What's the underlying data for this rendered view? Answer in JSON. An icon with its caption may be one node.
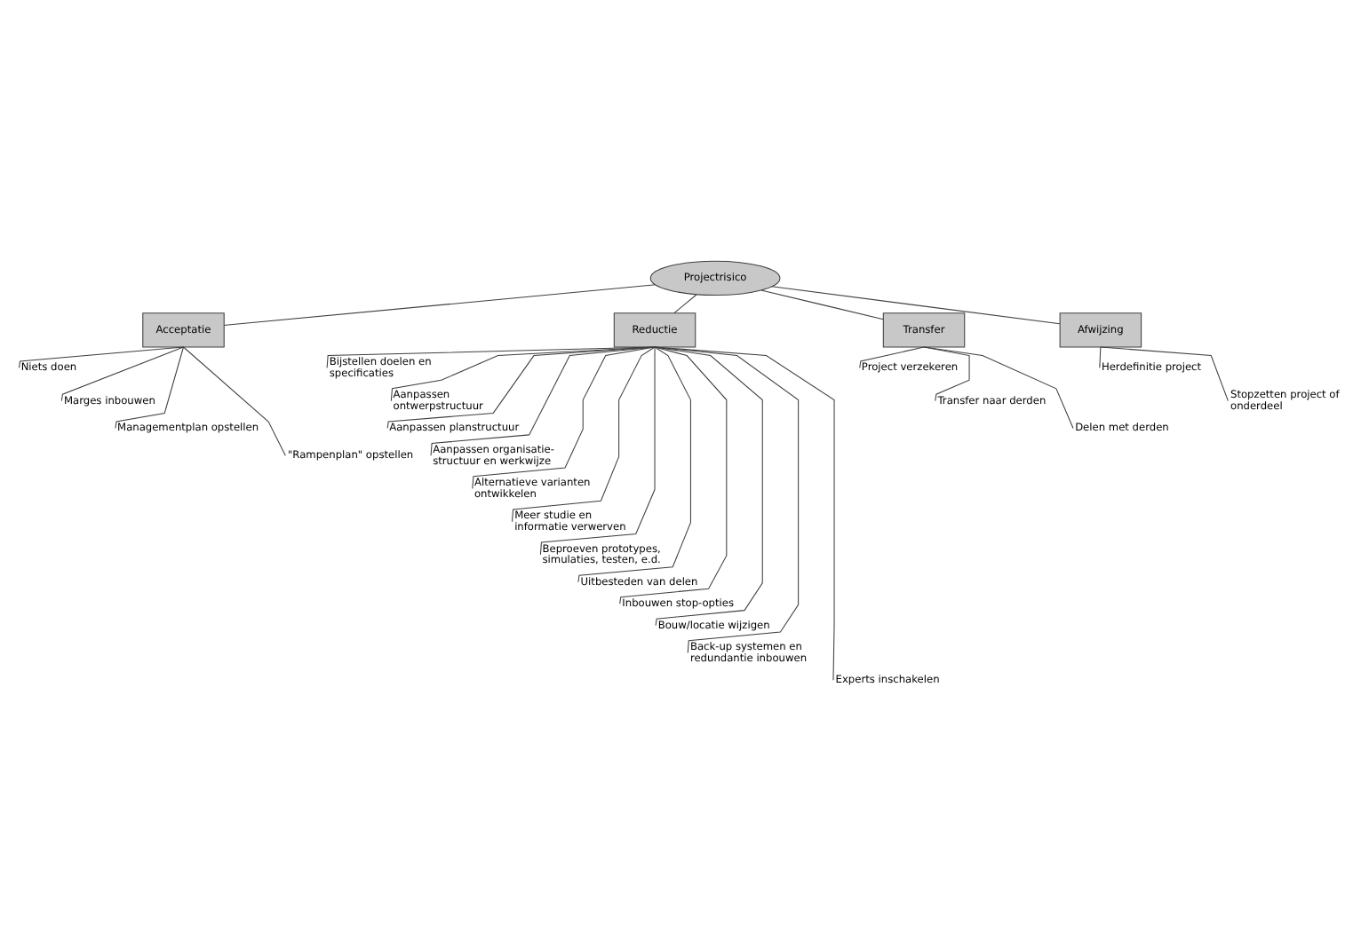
{
  "diagram": {
    "nodes": [
      {
        "text": [
          "Projectrisico"
        ]
      },
      {
        "text": [
          "Acceptatie"
        ]
      },
      {
        "text": [
          "Reductie"
        ]
      },
      {
        "text": [
          "Transfer"
        ]
      },
      {
        "text": [
          "Afwijzing"
        ]
      },
      {
        "text": [
          "Niets doen"
        ]
      },
      {
        "text": [
          "Marges inbouwen"
        ]
      },
      {
        "text": [
          "Managementplan opstellen"
        ]
      },
      {
        "text": [
          "\"Rampenplan\" opstellen"
        ]
      },
      {
        "text": [
          "Bijstellen doelen en specificaties"
        ]
      },
      {
        "text": [
          "Aanpassen ontwerpstructuur"
        ]
      },
      {
        "text": [
          "Aanpassen planstructuur"
        ]
      },
      {
        "text": [
          "Aanpassen organisatie- structuur en werkwijze"
        ]
      },
      {
        "text": [
          "Alternatieve varianten ontwikkelen"
        ]
      },
      {
        "text": [
          "Meer studie en informatie verwerven"
        ]
      },
      {
        "text": [
          "Beproeven prototypes, simulaties, testen, e.d."
        ]
      },
      {
        "text": [
          "Uitbesteden van delen"
        ]
      },
      {
        "text": [
          "Inbouwen stop-opties"
        ]
      },
      {
        "text": [
          "Bouw/locatie wijzigen"
        ]
      },
      {
        "text": [
          "Back-up systemen en redundantie inbouwen"
        ]
      },
      {
        "text": [
          "Experts inschakelen"
        ]
      },
      {
        "text": [
          "Project verzekeren"
        ]
      },
      {
        "text": [
          "Transfer naar derden"
        ]
      },
      {
        "text": [
          "Delen met derden"
        ]
      },
      {
        "text": [
          "Herdefinitie project"
        ]
      },
      {
        "text": [
          "Stopzetten project of onderdeel"
        ]
      }
    ],
    "edges": [
      {
        "from": 0,
        "to": 1,
        "arrow": "none"
      },
      {
        "from": 0,
        "to": 2,
        "arrow": "none"
      },
      {
        "from": 0,
        "to": 3,
        "arrow": "none"
      },
      {
        "from": 0,
        "to": 4,
        "arrow": "none"
      },
      {
        "from": 1,
        "to": 5,
        "arrow": "none"
      },
      {
        "from": 1,
        "to": 6,
        "arrow": "none"
      },
      {
        "from": 1,
        "to": 7,
        "arrow": "none"
      },
      {
        "from": 1,
        "to": 8,
        "arrow": "none"
      },
      {
        "from": 2,
        "to": 9,
        "arrow": "none"
      },
      {
        "from": 2,
        "to": 10,
        "arrow": "none"
      },
      {
        "from": 2,
        "to": 11,
        "arrow": "none"
      },
      {
        "from": 2,
        "to": 12,
        "arrow": "none"
      },
      {
        "from": 2,
        "to": 13,
        "arrow": "none"
      },
      {
        "from": 2,
        "to": 14,
        "arrow": "none"
      },
      {
        "from": 2,
        "to": 15,
        "arrow": "none"
      },
      {
        "from": 2,
        "to": 16,
        "arrow": "none"
      },
      {
        "from": 2,
        "to": 17,
        "arrow": "none"
      },
      {
        "from": 2,
        "to": 18,
        "arrow": "none"
      },
      {
        "from": 2,
        "to": 19,
        "arrow": "none"
      },
      {
        "from": 2,
        "to": 20,
        "arrow": "none"
      },
      {
        "from": 3,
        "to": 21,
        "arrow": "none"
      },
      {
        "from": 3,
        "to": 22,
        "arrow": "none"
      },
      {
        "from": 3,
        "to": 23,
        "arrow": "none"
      },
      {
        "from": 4,
        "to": 24,
        "arrow": "none"
      },
      {
        "from": 4,
        "to": 25,
        "arrow": "none"
      }
    ]
  }
}
